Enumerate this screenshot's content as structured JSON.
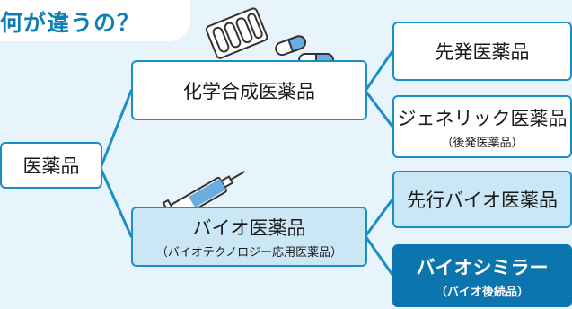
{
  "header": {
    "title": "何が違うの？"
  },
  "root": {
    "label": "医薬品"
  },
  "chemical": {
    "label": "化学合成医薬品",
    "children": [
      {
        "label": "先発医薬品",
        "sub": ""
      },
      {
        "label": "ジェネリック医薬品",
        "sub": "（後発医薬品）"
      }
    ]
  },
  "bio": {
    "label": "バイオ医薬品",
    "sub": "（バイオテクノロジー応用医薬品）",
    "children": [
      {
        "label": "先行バイオ医薬品",
        "sub": ""
      },
      {
        "label": "バイオシミラー",
        "sub": "（バイオ後続品）"
      }
    ]
  },
  "icons": {
    "pills": "pill-pack-icon",
    "capsule": "capsule-icon",
    "syringe": "syringe-icon"
  },
  "colors": {
    "accent": "#1a8fc7",
    "title": "#0e7fb6",
    "dark": "#0d75ae",
    "light": "#cbe6f5",
    "background": "#e8f4fb"
  }
}
